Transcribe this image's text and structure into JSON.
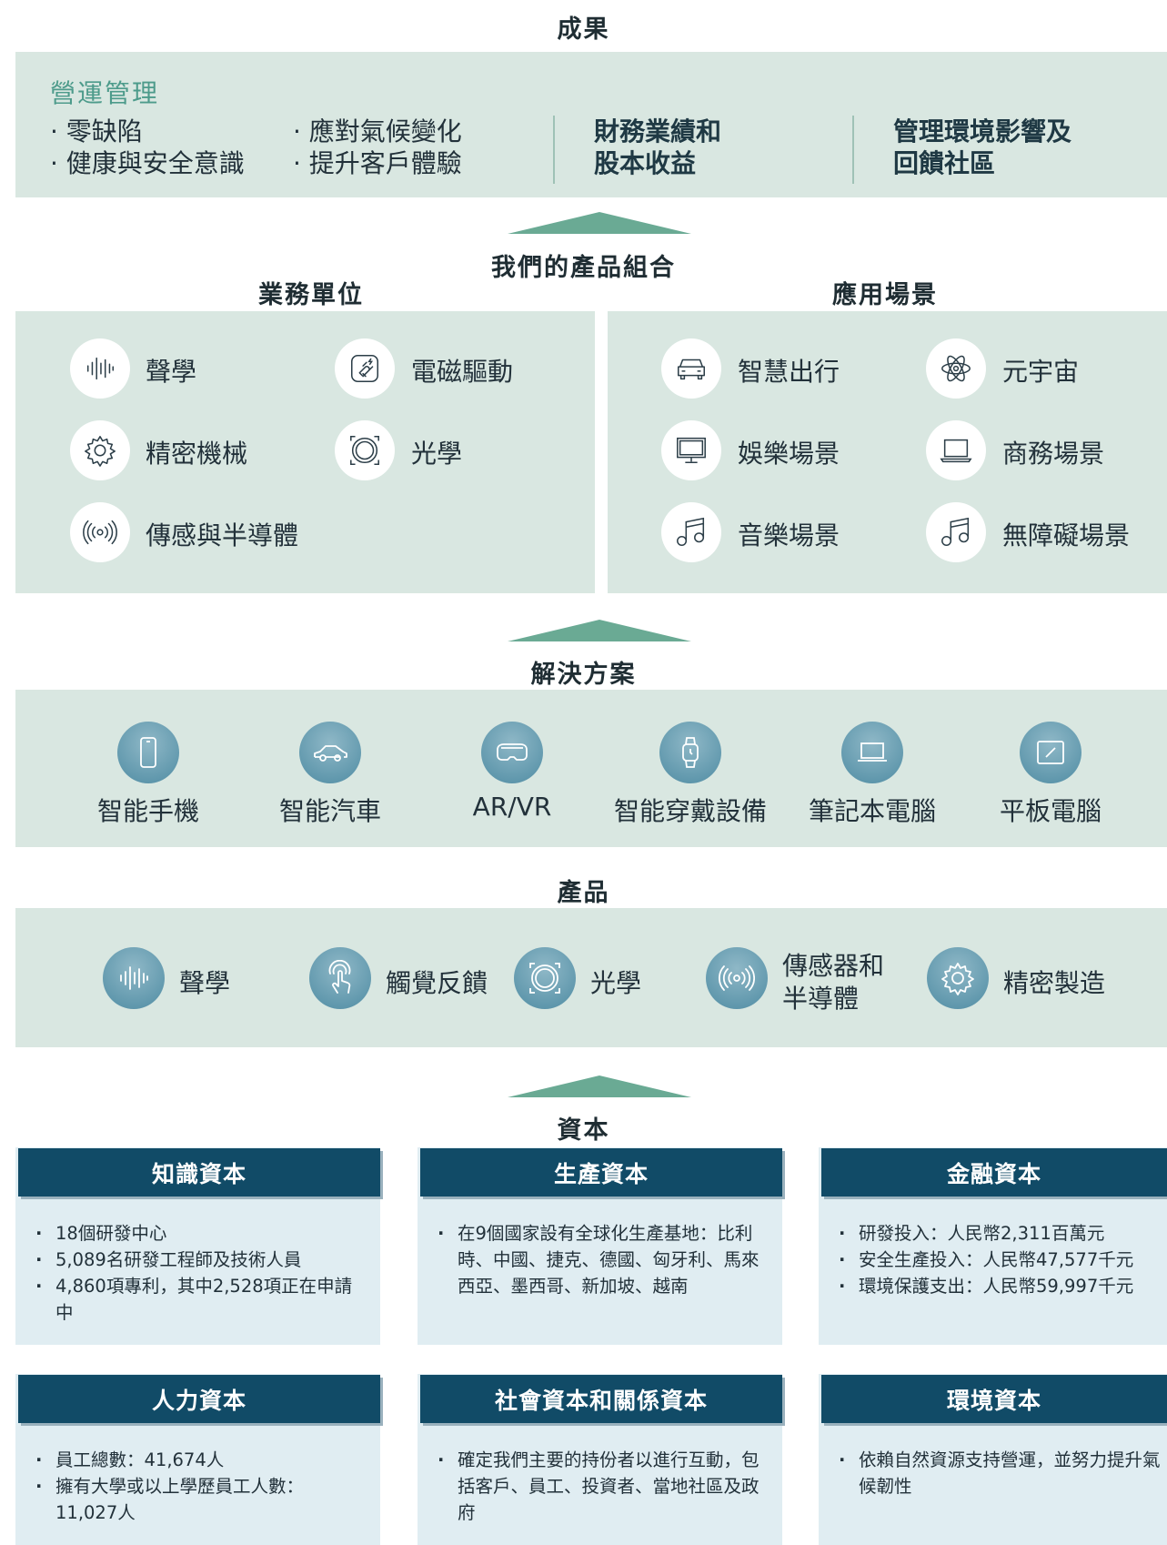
{
  "results": {
    "title": "成果",
    "ops_title": "營運管理",
    "ops_items": [
      "· 零缺陷",
      "· 應對氣候變化",
      "· 健康與安全意識",
      "· 提升客戶體驗"
    ],
    "finance": [
      "財務業績和",
      "股本收益"
    ],
    "env": [
      "管理環境影響及",
      "回饋社區"
    ]
  },
  "portfolio": {
    "title": "我們的產品組合",
    "bu_title": "業務單位",
    "bu_items": [
      {
        "icon": "sound-wave-icon",
        "label": "聲學"
      },
      {
        "icon": "magnet-icon",
        "label": "電磁驅動"
      },
      {
        "icon": "gear-icon",
        "label": "精密機械"
      },
      {
        "icon": "lens-icon",
        "label": "光學"
      },
      {
        "icon": "sensor-signal-icon",
        "label": "傳感與半導體"
      }
    ],
    "app_title": "應用場景",
    "app_items": [
      {
        "icon": "car-icon",
        "label": "智慧出行"
      },
      {
        "icon": "atom-icon",
        "label": "元宇宙"
      },
      {
        "icon": "monitor-icon",
        "label": "娛樂場景"
      },
      {
        "icon": "laptop-icon",
        "label": "商務場景"
      },
      {
        "icon": "music-note-icon",
        "label": "音樂場景"
      },
      {
        "icon": "music-note-icon",
        "label": "無障礙場景"
      }
    ]
  },
  "solutions": {
    "title": "解決方案",
    "items": [
      {
        "icon": "smartphone-icon",
        "label": "智能手機"
      },
      {
        "icon": "car-icon",
        "label": "智能汽車"
      },
      {
        "icon": "vr-headset-icon",
        "label": "AR/VR"
      },
      {
        "icon": "smartwatch-icon",
        "label": "智能穿戴設備"
      },
      {
        "icon": "laptop-icon",
        "label": "筆記本電腦"
      },
      {
        "icon": "tablet-icon",
        "label": "平板電腦"
      }
    ]
  },
  "products": {
    "title": "產品",
    "items": [
      {
        "icon": "sound-wave-icon",
        "label": "聲學"
      },
      {
        "icon": "touch-icon",
        "label": "觸覺反饋"
      },
      {
        "icon": "lens-icon",
        "label": "光學"
      },
      {
        "icon": "sensor-signal-icon",
        "label_1": "傳感器和",
        "label_2": "半導體"
      },
      {
        "icon": "gear-icon",
        "label": "精密製造"
      }
    ]
  },
  "capital": {
    "title": "資本",
    "cards": [
      {
        "title": "知識資本",
        "items": [
          "18個研發中心",
          "5,089名研發工程師及技術人員",
          "4,860項專利，其中2,528項正在申請中"
        ]
      },
      {
        "title": "生產資本",
        "items": [
          "在9個國家設有全球化生產基地：比利時、中國、捷克、德國、匈牙利、馬來西亞、墨西哥、新加坡、越南"
        ]
      },
      {
        "title": "金融資本",
        "items": [
          "研發投入：人民幣2,311百萬元",
          "安全生產投入：人民幣47,577千元",
          "環境保護支出：人民幣59,997千元"
        ]
      },
      {
        "title": "人力資本",
        "items": [
          "員工總數：41,674人",
          "擁有大學或以上學歷員工人數：11,027人"
        ]
      },
      {
        "title": "社會資本和關係資本",
        "items": [
          "確定我們主要的持份者以進行互動，包括客戶、員工、投資者、當地社區及政府"
        ]
      },
      {
        "title": "環境資本",
        "items": [
          "依賴自然資源支持營運，並努力提升氣候韌性"
        ]
      }
    ]
  }
}
